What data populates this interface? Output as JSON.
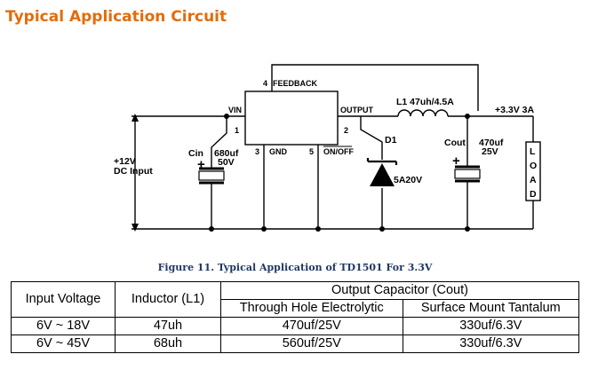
{
  "title": "Typical Application Circuit",
  "schematic": {
    "pins": {
      "feedback": "4",
      "vin": "1",
      "output": "2",
      "gnd": "3",
      "onoff": "5"
    },
    "labels": {
      "feedback": "FEEDBACK",
      "vin": "VIN",
      "output": "OUTPUT",
      "gnd": "GND",
      "onoff": "ON/OFF",
      "inductor": "L1  47uh/4.5A",
      "vout": "+3.3V 3A",
      "diode": "D1",
      "diode_part": "5A20V",
      "cin_name": "Cin",
      "cin_val1": "680uf",
      "cin_val2": "50V",
      "cout_name": "Cout",
      "cout_val1": "470uf",
      "cout_val2": "25V",
      "vin_line1": "+12V",
      "vin_line2": "DC Input",
      "load": [
        "L",
        "O",
        "A",
        "D"
      ],
      "plus": "+"
    }
  },
  "caption": "Figure 11. Typical Application of TD1501 For 3.3V",
  "table": {
    "col_input": "Input Voltage",
    "col_inductor": "Inductor (L1)",
    "col_cap": "Output Capacitor (Cout)",
    "sub_through": "Through Hole Electrolytic",
    "sub_surface": "Surface Mount Tantalum",
    "rows": [
      [
        "6V ~ 18V",
        "47uh",
        "470uf/25V",
        "330uf/6.3V"
      ],
      [
        "6V ~ 45V",
        "68uh",
        "560uf/25V",
        "330uf/6.3V"
      ]
    ]
  }
}
